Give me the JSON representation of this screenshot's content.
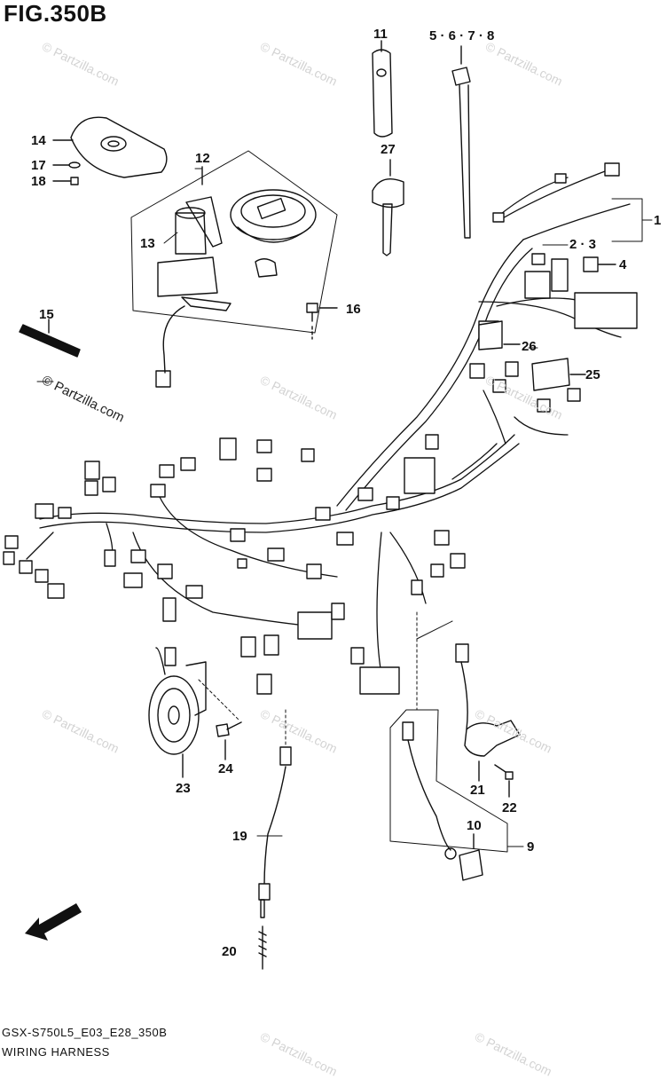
{
  "figure": {
    "title": "FIG.350B"
  },
  "callouts": {
    "c1": "1",
    "c2_3": "2 · 3",
    "c4": "4",
    "c5_8": "5 · 6 · 7 · 8",
    "c9": "9",
    "c10": "10",
    "c11": "11",
    "c12": "12",
    "c13": "13",
    "c14": "14",
    "c15": "15",
    "c16": "16",
    "c17": "17",
    "c18": "18",
    "c19": "19",
    "c20": "20",
    "c21": "21",
    "c22": "22",
    "c23": "23",
    "c24": "24",
    "c25": "25",
    "c26": "26",
    "c27": "27"
  },
  "watermark": {
    "text": "© Partzilla.com"
  },
  "direction": {
    "label": "FWD"
  },
  "footer": {
    "model_code": "GSX-S750L5_E03_E28_350B",
    "diagram_name": "WIRING HARNESS"
  }
}
